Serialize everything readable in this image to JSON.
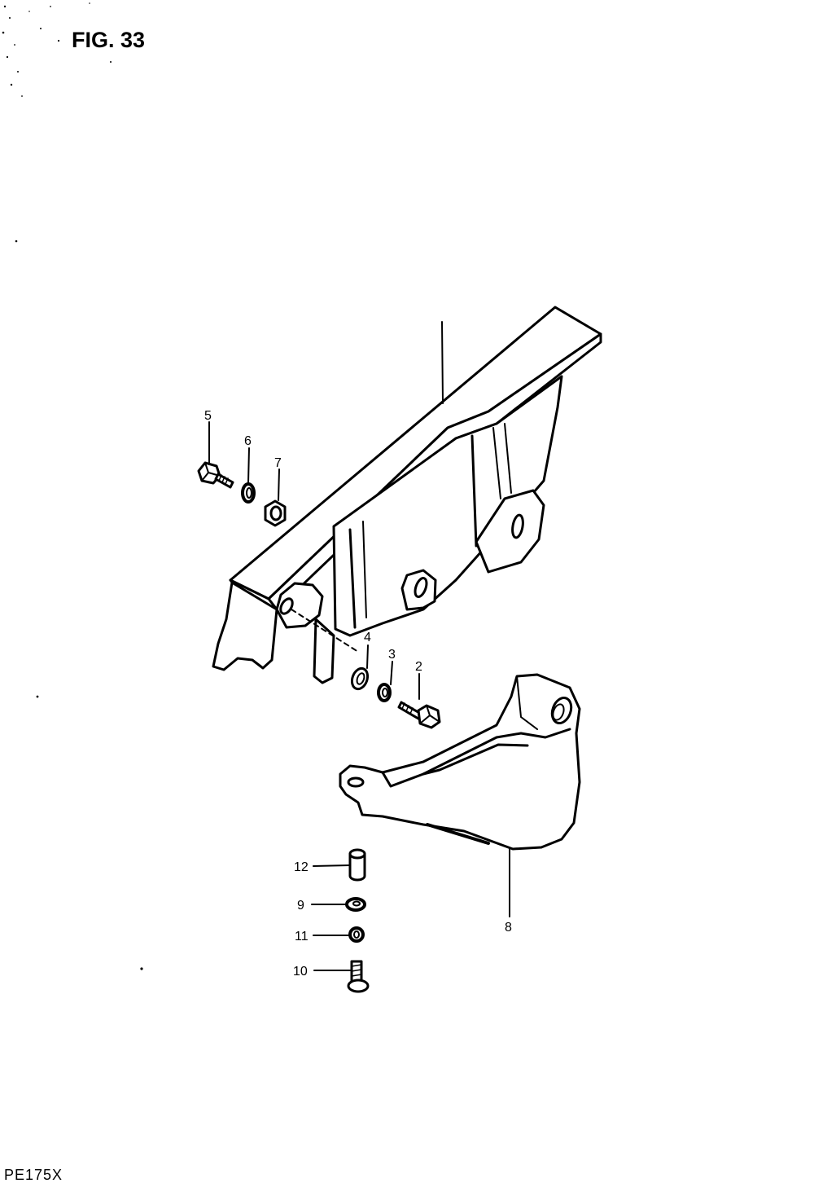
{
  "figure": {
    "title": "FIG. 33"
  },
  "model_code": "PE175X",
  "callouts": [
    {
      "id": "c1",
      "label": "5"
    },
    {
      "id": "c2",
      "label": "6"
    },
    {
      "id": "c3",
      "label": "7"
    },
    {
      "id": "c4",
      "label": "4"
    },
    {
      "id": "c5",
      "label": "3"
    },
    {
      "id": "c6",
      "label": "2"
    },
    {
      "id": "c7",
      "label": "8"
    },
    {
      "id": "c8",
      "label": "12"
    },
    {
      "id": "c9",
      "label": "9"
    },
    {
      "id": "c10",
      "label": "11"
    },
    {
      "id": "c11",
      "label": "10"
    }
  ],
  "parts": [
    {
      "ref": "5",
      "icon": "bolt-icon"
    },
    {
      "ref": "6",
      "icon": "lock-washer-icon"
    },
    {
      "ref": "7",
      "icon": "nut-icon"
    },
    {
      "ref": "4",
      "icon": "washer-icon"
    },
    {
      "ref": "3",
      "icon": "lock-washer-icon"
    },
    {
      "ref": "2",
      "icon": "bolt-icon"
    },
    {
      "ref": "8",
      "icon": "chain-guide-icon"
    },
    {
      "ref": "12",
      "icon": "collar-icon"
    },
    {
      "ref": "9",
      "icon": "washer-icon"
    },
    {
      "ref": "11",
      "icon": "lock-washer-icon"
    },
    {
      "ref": "10",
      "icon": "screw-icon"
    }
  ]
}
